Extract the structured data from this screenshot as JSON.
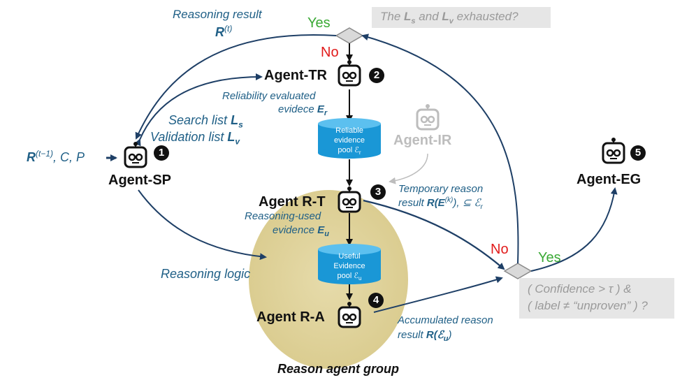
{
  "agents": {
    "sp": {
      "label": "Agent-SP",
      "num": "1"
    },
    "tr": {
      "label": "Agent-TR",
      "num": "2"
    },
    "rt": {
      "label": "Agent R-T",
      "num": "3"
    },
    "ra": {
      "label": "Agent R-A",
      "num": "4"
    },
    "eg": {
      "label": "Agent-EG",
      "num": "5"
    },
    "ir": {
      "label": "Agent-IR"
    }
  },
  "labels": {
    "reasoning_result": "Reasoning result",
    "reasoning_result_sym": "R",
    "reasoning_result_sup": "(t)",
    "input_R": "R",
    "input_sup": "(t−1)",
    "input_rest": ", C, P",
    "search_list": "Search list",
    "search_sym": "L",
    "search_sub": "s",
    "validation_list": "Validation list",
    "validation_sym": "L",
    "validation_sub": "v",
    "reliability_line1": "Reliability evaluated",
    "reliability_line2": "evidece",
    "reliability_sym": "E",
    "reliability_sub": "r",
    "temporary_line1": "Temporary reason",
    "temporary_line2": "result",
    "temporary_expr": "R(E",
    "temporary_sup": "(k)",
    "temporary_tail": "), ⊆ ℰ",
    "temporary_tail_sub": "r",
    "reasoning_used_line1": "Reasoning-used",
    "reasoning_used_line2": "evidence",
    "reasoning_used_sym": "E",
    "reasoning_used_sub": "u",
    "reasoning_logic": "Reasoning logic",
    "accumulated_line1": "Accumulated reason",
    "accumulated_line2": "result",
    "accumulated_expr": "R(ℰ",
    "accumulated_sub": "u",
    "accumulated_close": ")"
  },
  "decisions": {
    "top_yes": "Yes",
    "top_no": "No",
    "mid_no": "No",
    "mid_yes": "Yes"
  },
  "questions": {
    "top_pre": "The",
    "top_L1": "L",
    "top_s": "s",
    "top_and": "and",
    "top_L2": "L",
    "top_v": "v",
    "top_post": "exhausted?",
    "bottom_line1": "( Confidence > τ )  &",
    "bottom_line2": "( label ≠ “unproven” ) ?"
  },
  "pools": {
    "reliable": {
      "line1": "Reliable",
      "line2": "evidence",
      "line3": "pool ℰ",
      "sub": "r"
    },
    "useful": {
      "line1": "Useful",
      "line2": "Evidence",
      "line3": "pool ℰ",
      "sub": "u"
    }
  },
  "caption": "Reason agent group",
  "colors": {
    "accent_text": "#1f5f86",
    "group_fill": "#dccb8a",
    "db_blue": "#1a97d6",
    "yes": "#3aa935",
    "no": "#e11b1b"
  }
}
